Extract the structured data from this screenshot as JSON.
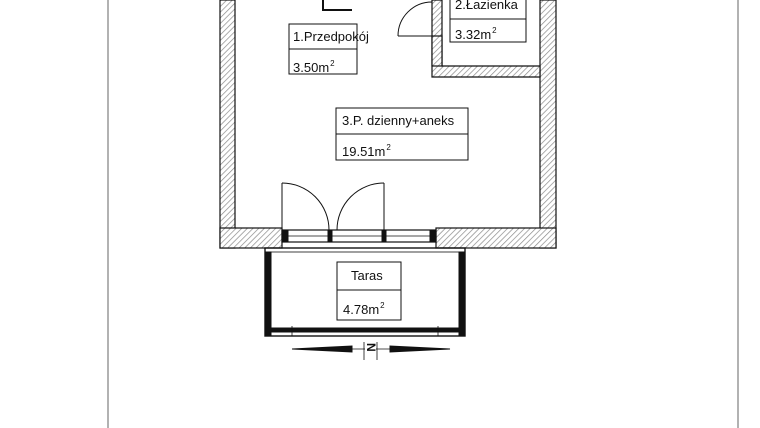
{
  "rooms": [
    {
      "name": "1.Przedpokój",
      "area": "3.50",
      "unit": "m",
      "exp": "2"
    },
    {
      "name": "2.Łazienka",
      "area": "3.32",
      "unit": "m",
      "exp": "2"
    },
    {
      "name": "3.P. dzienny+aneks",
      "area": "19.51",
      "unit": "m",
      "exp": "2"
    },
    {
      "name": "Taras",
      "area": "4.78",
      "unit": "m",
      "exp": "2"
    }
  ],
  "compass": {
    "letter": "N"
  },
  "colors": {
    "ink": "#111111",
    "hatch": "#9a9a9a",
    "frame": "#555555"
  }
}
